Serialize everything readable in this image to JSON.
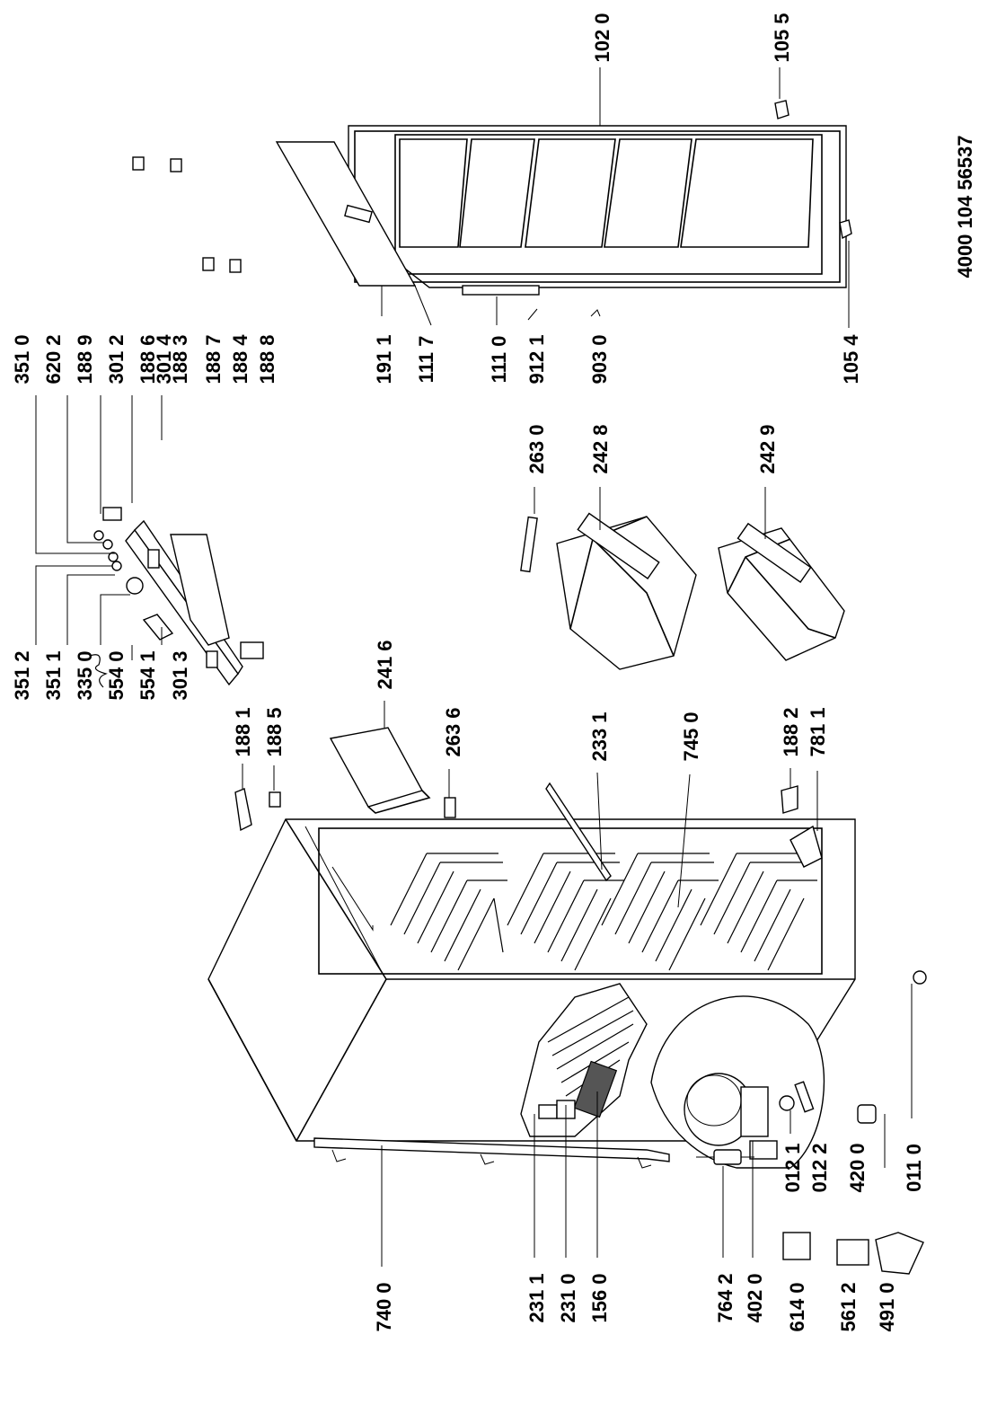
{
  "document_number": "4000 104 56537",
  "labels": [
    {
      "id": "l3510",
      "text": "351 0"
    },
    {
      "id": "l6202",
      "text": "620 2"
    },
    {
      "id": "l1889",
      "text": "188 9"
    },
    {
      "id": "l3012",
      "text": "301 2"
    },
    {
      "id": "l1886",
      "text": "188 6"
    },
    {
      "id": "l3014",
      "text": "301 4"
    },
    {
      "id": "l1883",
      "text": "188 3"
    },
    {
      "id": "l1887",
      "text": "188 7"
    },
    {
      "id": "l1884",
      "text": "188 4"
    },
    {
      "id": "l1888",
      "text": "188 8"
    },
    {
      "id": "l1911",
      "text": "191 1"
    },
    {
      "id": "l1117",
      "text": "111 7"
    },
    {
      "id": "l1110",
      "text": "111 0"
    },
    {
      "id": "l9121",
      "text": "912 1"
    },
    {
      "id": "l9030",
      "text": "903 0"
    },
    {
      "id": "l1054",
      "text": "105 4"
    },
    {
      "id": "l1020",
      "text": "102 0"
    },
    {
      "id": "l1055",
      "text": "105 5"
    },
    {
      "id": "l3512",
      "text": "351 2"
    },
    {
      "id": "l3511",
      "text": "351 1"
    },
    {
      "id": "l3350",
      "text": "335 0"
    },
    {
      "id": "l5540",
      "text": "554 0"
    },
    {
      "id": "l5541",
      "text": "554 1"
    },
    {
      "id": "l3013",
      "text": "301 3"
    },
    {
      "id": "l1881",
      "text": "188 1"
    },
    {
      "id": "l1885",
      "text": "188 5"
    },
    {
      "id": "l2416",
      "text": "241 6"
    },
    {
      "id": "l2636",
      "text": "263 6"
    },
    {
      "id": "l2331",
      "text": "233 1"
    },
    {
      "id": "l7450",
      "text": "745 0"
    },
    {
      "id": "l1882",
      "text": "188 2"
    },
    {
      "id": "l7811",
      "text": "781 1"
    },
    {
      "id": "l2630",
      "text": "263 0"
    },
    {
      "id": "l2428",
      "text": "242 8"
    },
    {
      "id": "l2429",
      "text": "242 9"
    },
    {
      "id": "l7400",
      "text": "740 0"
    },
    {
      "id": "l2311",
      "text": "231 1"
    },
    {
      "id": "l2310",
      "text": "231 0"
    },
    {
      "id": "l1560",
      "text": "156 0"
    },
    {
      "id": "l7642",
      "text": "764 2"
    },
    {
      "id": "l4020",
      "text": "402 0"
    },
    {
      "id": "l6140",
      "text": "614 0"
    },
    {
      "id": "l5612",
      "text": "561 2"
    },
    {
      "id": "l4910",
      "text": "491 0"
    },
    {
      "id": "l0121",
      "text": "012 1"
    },
    {
      "id": "l0122",
      "text": "012 2"
    },
    {
      "id": "l4200",
      "text": "420 0"
    },
    {
      "id": "l0110",
      "text": "011 0"
    }
  ]
}
